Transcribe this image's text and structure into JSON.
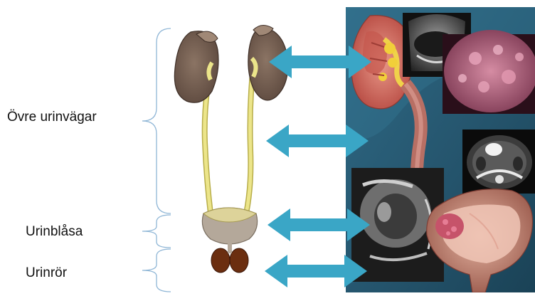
{
  "labels": {
    "upper_tract": "Övre urinvägar",
    "bladder": "Urinblåsa",
    "urethra": "Urinrör"
  },
  "colors": {
    "bracket": "#8fb6d6",
    "arrow": "#3aa6c6",
    "kidney": "#7a6456",
    "kidney_cap": "#a08876",
    "ureter": "#ece58a",
    "ureter_outline": "#b8ae4a",
    "bladder_fill": "#b4a89a",
    "bladder_top": "#ddd39a",
    "prostate": "#6b2e10",
    "panel_bg": "#2c5f78",
    "panel_dark": "#173e52"
  },
  "icons": {
    "arrow": "double-headed-arrow",
    "bracket": "curly-brace"
  }
}
